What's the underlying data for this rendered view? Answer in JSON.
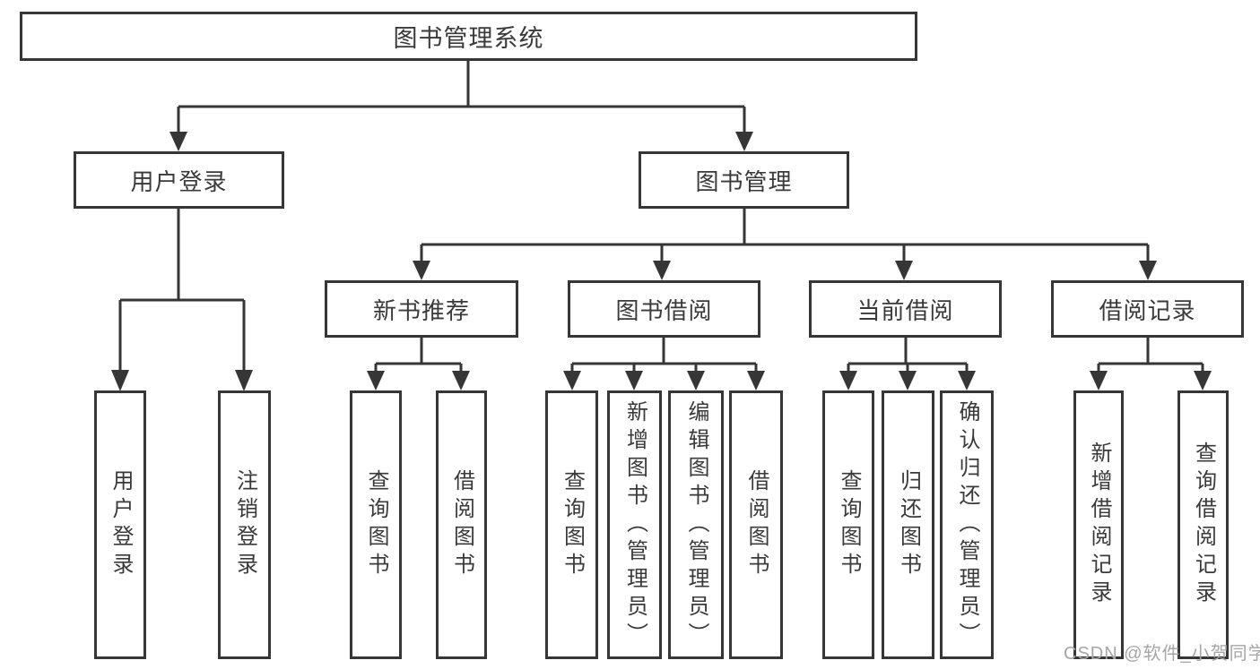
{
  "diagram": {
    "root": "图书管理系统",
    "branches": [
      {
        "label": "用户登录",
        "children": [
          "用户登录",
          "注销登录"
        ]
      },
      {
        "label": "图书管理",
        "groups": [
          {
            "label": "新书推荐",
            "children": [
              "查询图书",
              "借阅图书"
            ]
          },
          {
            "label": "图书借阅",
            "children": [
              "查询图书",
              "新增图书（管理员）",
              "编辑图书（管理员）",
              "借阅图书"
            ]
          },
          {
            "label": "当前借阅",
            "children": [
              "查询图书",
              "归还图书",
              "确认归还（管理员）"
            ]
          },
          {
            "label": "借阅记录",
            "children": [
              "新增借阅记录",
              "查询借阅记录"
            ]
          }
        ]
      }
    ]
  },
  "watermark": "CSDN @软件_小贺同学",
  "colors": {
    "line": "#363636",
    "text": "#3a3a3a",
    "background": "#ffffff",
    "watermark": "#a6a6a6"
  }
}
